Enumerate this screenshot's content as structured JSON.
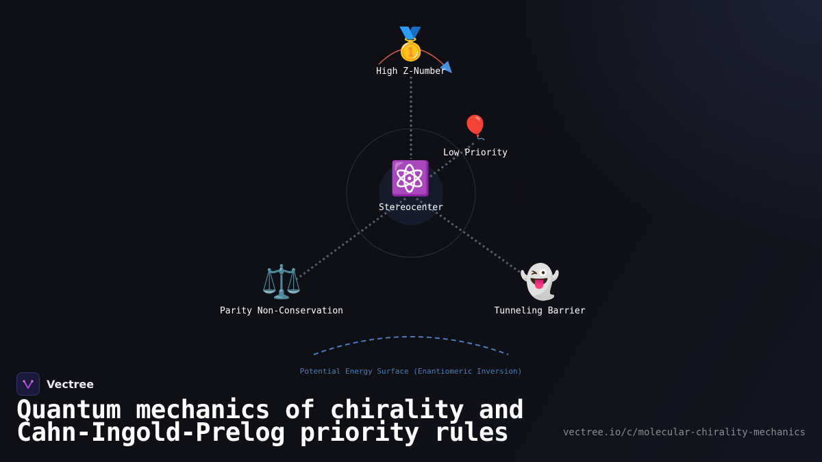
{
  "diagram": {
    "center": {
      "label": "Stereocenter",
      "icon": "atom-icon",
      "glyph": "⚛️"
    },
    "nodes": [
      {
        "key": "high",
        "label": "High Z-Number",
        "icon": "medal-icon",
        "glyph": "🥇"
      },
      {
        "key": "low",
        "label": "Low Priority",
        "icon": "balloon-icon",
        "glyph": "🎈"
      },
      {
        "key": "parity",
        "label": "Parity Non-Conservation",
        "icon": "balance-scale-icon",
        "glyph": "⚖️"
      },
      {
        "key": "tunnel",
        "label": "Tunneling Barrier",
        "icon": "ghost-icon",
        "glyph": "👻"
      }
    ],
    "surface_label": "Potential Energy Surface (Enantiomeric Inversion)",
    "colors": {
      "bond": "#5a5d6e",
      "rotation_arc": "#e05a4a",
      "rotation_arrow": "#4a90e0",
      "surface": "#4a7cc0",
      "ring": "#2c2f3c",
      "center_disc": "#161b2c"
    }
  },
  "brand": {
    "name": "Vectree",
    "logo_icon": "vectree-logo-icon"
  },
  "title_lines": [
    "Quantum mechanics of chirality and",
    "Cahn-Ingold-Prelog priority rules"
  ],
  "url": "vectree.io/c/molecular-chirality-mechanics"
}
